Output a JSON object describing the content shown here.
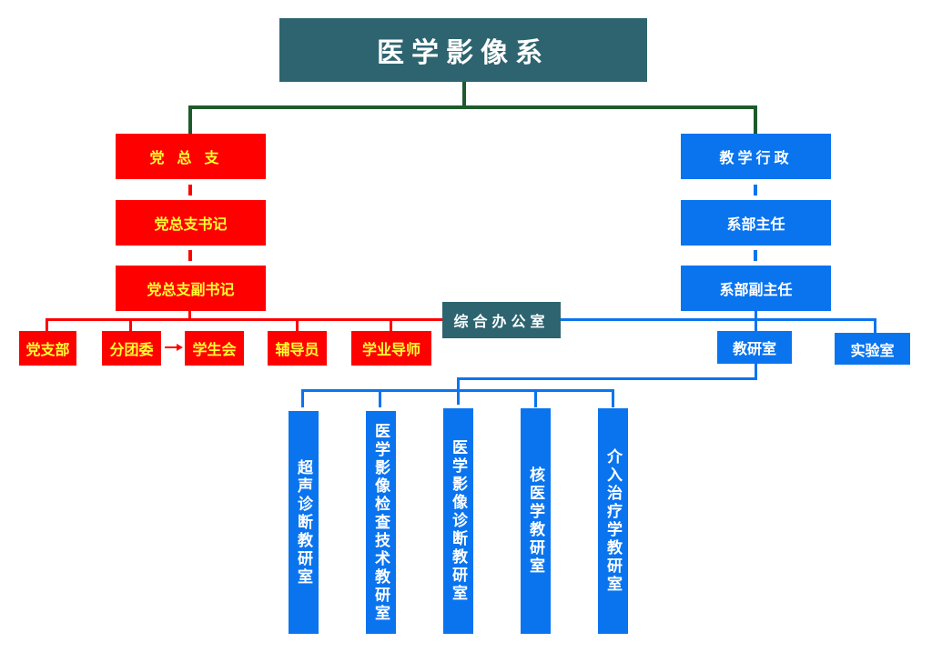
{
  "title": "医学影像系",
  "left_branch": {
    "name": "党总支",
    "secretary": "党总支书记",
    "deputy_secretary": "党总支副书记",
    "children": [
      "党支部",
      "分团委",
      "学生会",
      "辅导员",
      "学业导师"
    ]
  },
  "center": {
    "office": "综合办公室"
  },
  "right_branch": {
    "name": "教学行政",
    "director": "系部主任",
    "deputy_director": "系部副主任",
    "children": [
      "教研室",
      "实验室"
    ]
  },
  "teaching_offices": [
    "超声诊断教研室",
    "医学影像检查技术教研室",
    "医学影像诊断教研室",
    "核医学教研室",
    "介入治疗学教研室"
  ],
  "colors": {
    "title_bg": "#2d6470",
    "party": "#ff0000",
    "party_text": "#ffff33",
    "admin": "#0a74ef",
    "connector_top": "#1d5a2c"
  }
}
